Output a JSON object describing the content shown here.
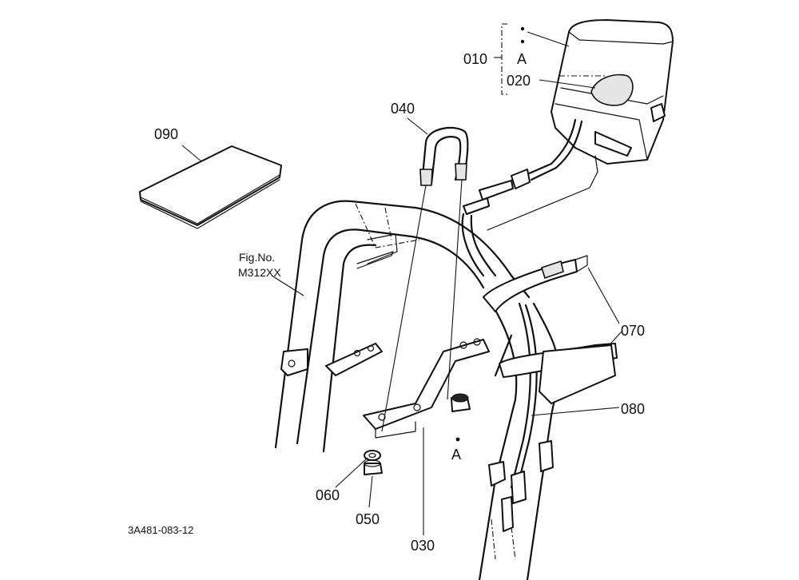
{
  "callouts": {
    "c010": "010",
    "c020": "020",
    "c030": "030",
    "c040": "040",
    "c050": "050",
    "c060": "060",
    "c070": "070",
    "c080": "080",
    "c090": "090"
  },
  "ref_marks": {
    "a_top": "A",
    "a_bottom": "A"
  },
  "figure_ref": {
    "line1": "Fig.No.",
    "line2": "M312XX"
  },
  "drawing_code": "3A481-083-12"
}
